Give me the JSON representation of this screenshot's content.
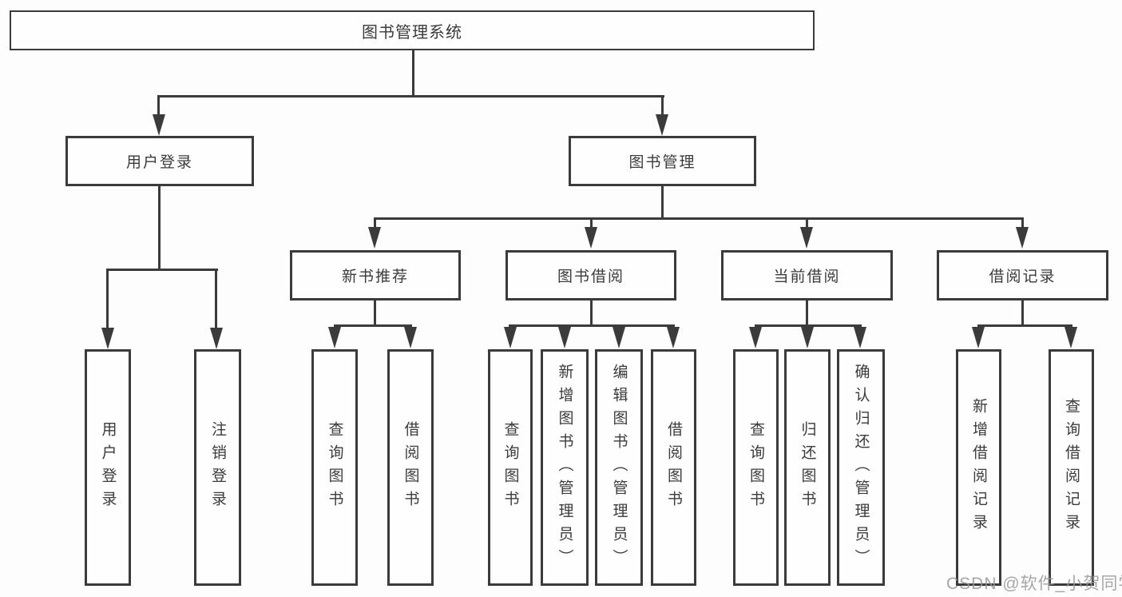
{
  "tree": {
    "root": "图书管理系统",
    "branches": [
      {
        "label": "用户登录",
        "children": [
          "用户登录",
          "注销登录"
        ]
      },
      {
        "label": "图书管理",
        "children": [
          {
            "label": "新书推荐",
            "children": [
              "查询图书",
              "借阅图书"
            ]
          },
          {
            "label": "图书借阅",
            "children": [
              "查询图书",
              "新增图书（管理员）",
              "编辑图书（管理员）",
              "借阅图书"
            ]
          },
          {
            "label": "当前借阅",
            "children": [
              "查询图书",
              "归还图书",
              "确认归还（管理员）"
            ]
          },
          {
            "label": "借阅记录",
            "children": [
              "新增借阅记录",
              "查询借阅记录"
            ]
          }
        ]
      }
    ]
  },
  "watermark": "CSDN @软件_小贺同学",
  "colors": {
    "line": "#3b3b3b",
    "text": "#3b3b3b",
    "background": "#fdfdfd",
    "watermark": "#969696"
  }
}
